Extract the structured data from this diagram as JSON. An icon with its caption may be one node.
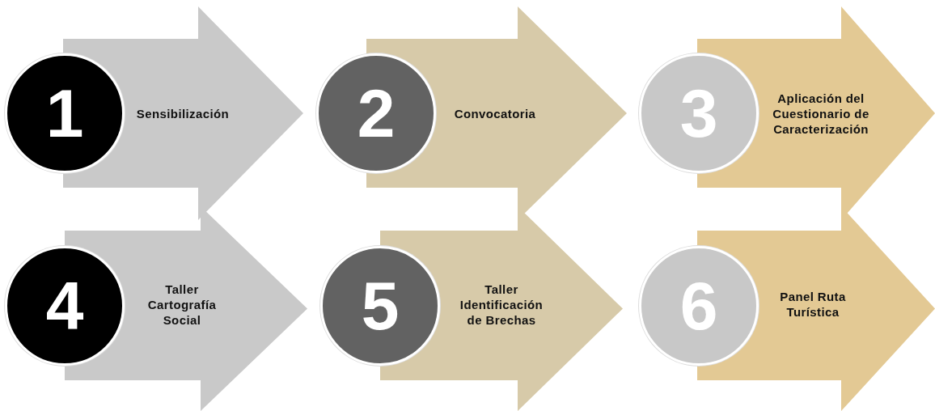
{
  "diagram": {
    "nodes": [
      {
        "text": [
          "1"
        ]
      },
      {
        "text": [
          "Sensibilización"
        ]
      },
      {
        "text": [
          "2"
        ]
      },
      {
        "text": [
          "Convocatoria"
        ]
      },
      {
        "text": [
          "3"
        ]
      },
      {
        "text": [
          "Aplicación del Cuestionario de Caracterización"
        ]
      },
      {
        "text": [
          "4"
        ]
      },
      {
        "text": [
          "Taller Cartografía Social"
        ]
      },
      {
        "text": [
          "5"
        ]
      },
      {
        "text": [
          "Taller Identificación de Brechas"
        ]
      },
      {
        "text": [
          "6"
        ]
      },
      {
        "text": [
          "Panel Ruta Turística"
        ]
      }
    ]
  }
}
